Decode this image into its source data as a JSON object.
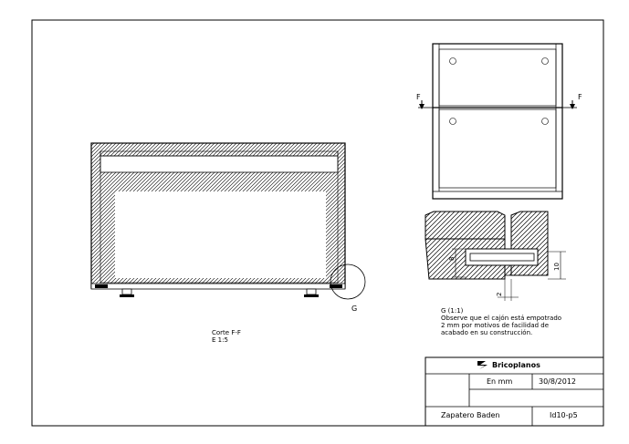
{
  "section_views": {
    "section_title": "Corte F-F",
    "section_scale": "E 1:5",
    "cut_marker_left": "F",
    "cut_marker_right": "F",
    "detail_callout": "G"
  },
  "detail": {
    "title": "G (1:1)",
    "note_lines": [
      "Observe que el cajón está empotrado",
      "2 mm por motivos de facilidad de",
      "acabado en su construcción."
    ],
    "dim_height_left": "8",
    "dim_height_right": "10",
    "dim_gap": "2"
  },
  "title_block": {
    "brand": "Bricoplanos",
    "units": "En mm",
    "date": "30/8/2012",
    "project": "Zapatero Baden",
    "sheet_id": "Id10-p5"
  },
  "colors": {
    "line": "#000000",
    "paper": "#ffffff"
  }
}
